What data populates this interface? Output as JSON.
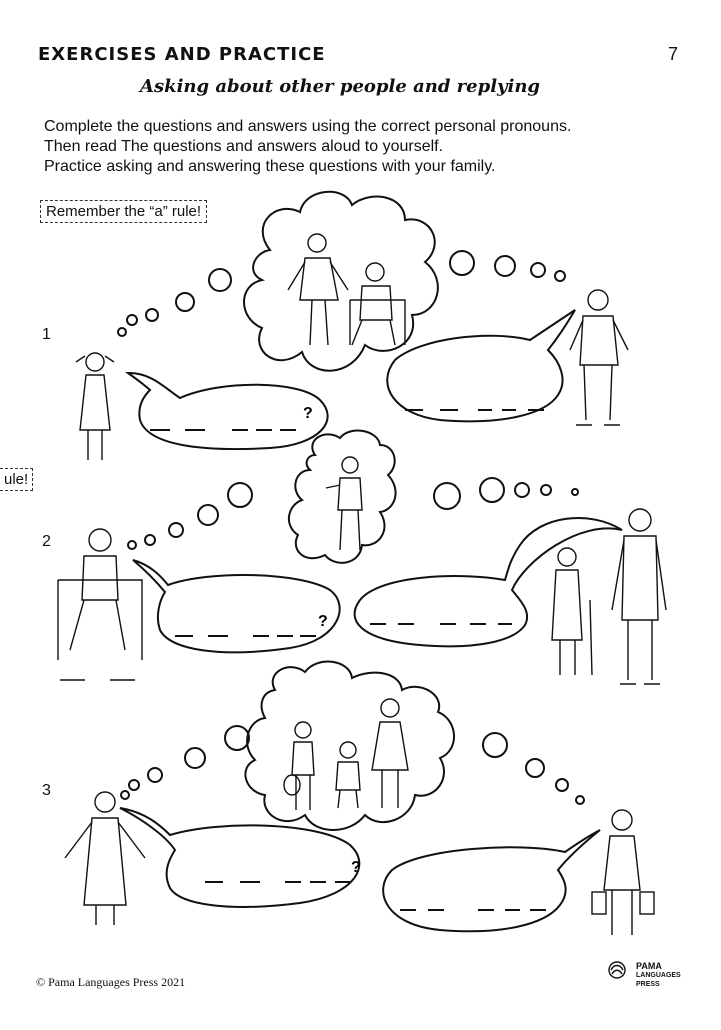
{
  "header": {
    "title": "EXERCISES AND PRACTICE",
    "page_number": "7",
    "subtitle": "Asking about other people and replying"
  },
  "instructions": [
    "Complete the questions and answers using the correct personal pronouns.",
    "Then read The questions and answers aloud to yourself.",
    "Practice asking and answering these questions with your family."
  ],
  "reminder": "Remember the “a” rule!",
  "edge_fragment": "ule!",
  "exercises": [
    {
      "number": "1",
      "question_mark": "?"
    },
    {
      "number": "2",
      "question_mark": "?"
    },
    {
      "number": "3",
      "question_mark": "?"
    }
  ],
  "footer": {
    "copyright": "© Pama Languages Press 2021",
    "logo_lines": [
      "PAMA",
      "LANGUAGES",
      "PRESS"
    ]
  }
}
